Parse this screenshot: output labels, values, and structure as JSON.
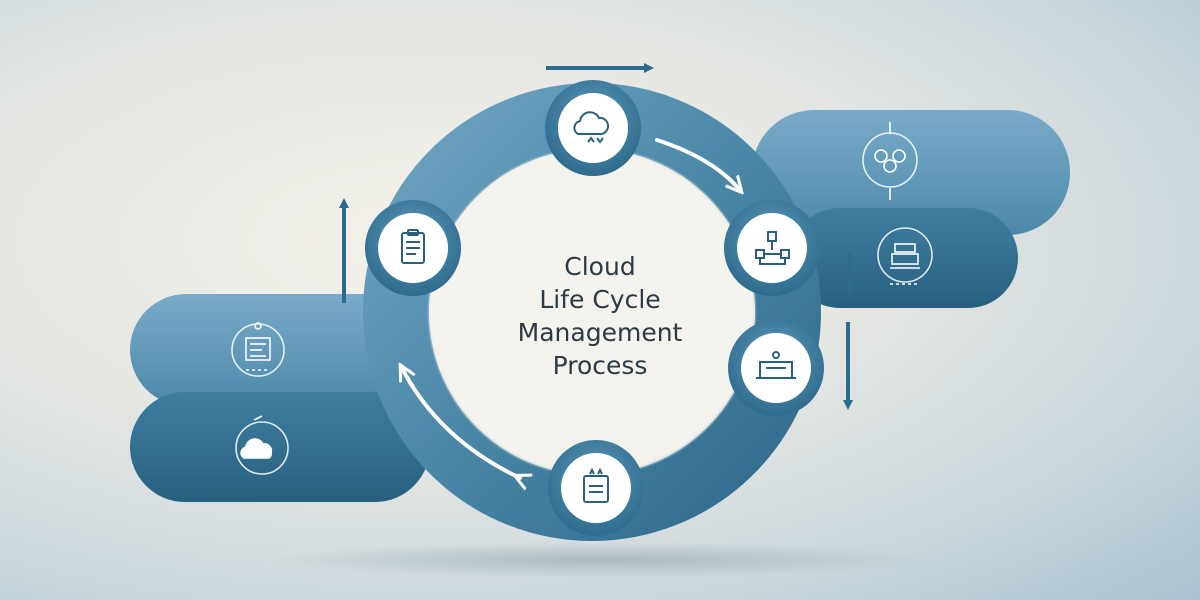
{
  "title_lines": [
    "Cloud",
    "Life Cycle",
    "Management",
    "Process"
  ],
  "colors": {
    "ring": "#4a86a6",
    "ring_dark": "#2f6a8c",
    "panel_light": "#5e98b9",
    "panel_dark": "#2f6a8d",
    "arrow": "#2c6a8e",
    "icon": "#2c5f7d",
    "text": "#2b3a44"
  },
  "nodes": [
    {
      "name": "cloud-sync-icon"
    },
    {
      "name": "clipboard-icon"
    },
    {
      "name": "workflow-icon"
    },
    {
      "name": "deployment-icon"
    },
    {
      "name": "document-update-icon"
    }
  ],
  "panels": [
    {
      "name": "panel-top-right",
      "icon": "network-nodes-icon"
    },
    {
      "name": "panel-mid-right",
      "icon": "server-stack-icon"
    },
    {
      "name": "panel-upper-left",
      "icon": "dashboard-icon"
    },
    {
      "name": "panel-lower-left",
      "icon": "cloud-backup-icon"
    }
  ]
}
